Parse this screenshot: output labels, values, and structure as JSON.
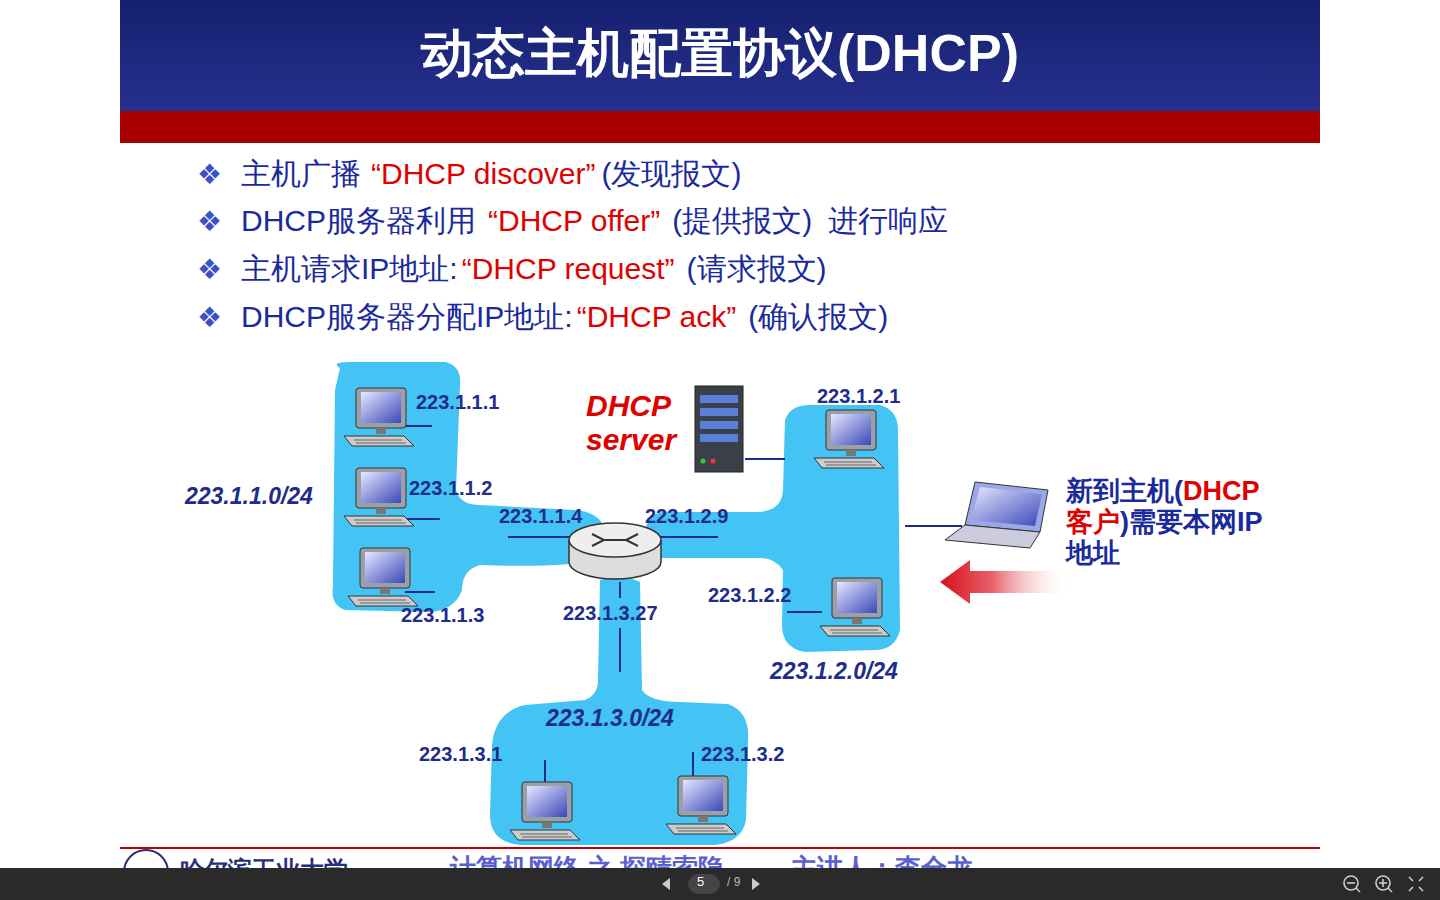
{
  "diagram": {
    "title": "动态主机配置协议(DHCP)",
    "labels": [
      "❖",
      "主机广播",
      "“DHCP discover”",
      "(发现报文)",
      "❖",
      "DHCP服务器利用",
      "“DHCP offer”",
      "(提供报文)",
      "进行响应",
      "❖",
      "主机请求IP地址:",
      "“DHCP request”",
      "(请求报文)",
      "❖",
      "DHCP服务器分配IP地址:",
      "“DHCP ack”",
      "(确认报文)",
      "223.1.1.1",
      "223.1.1.2",
      "223.1.1.3",
      "223.1.1.4",
      "223.1.2.9",
      "223.1.3.27",
      "223.1.2.1",
      "223.1.2.2",
      "223.1.3.1",
      "223.1.3.2",
      "223.1.1.0/24",
      "223.1.2.0/24",
      "223.1.3.0/24",
      "DHCP",
      "server",
      "新到主机(",
      "DHCP",
      "客户",
      ")需要本网IP",
      "地址",
      "哈尔滨工业大学",
      "计算机网络 之 探赜索隐 —— 主讲人：李全龙",
      "5",
      "/ 9"
    ]
  }
}
